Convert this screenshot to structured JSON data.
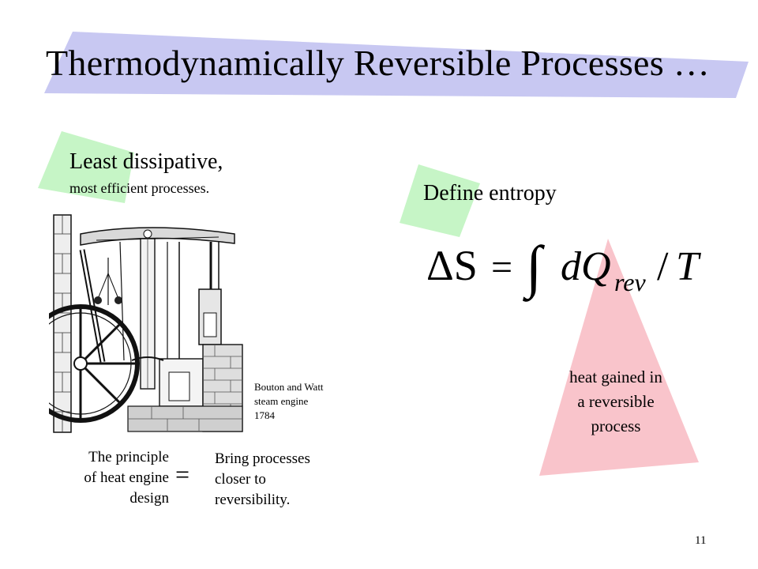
{
  "slide": {
    "title": "Thermodynamically Reversible Processes …",
    "page_number": "11"
  },
  "left": {
    "heading": "Least dissipative,",
    "subheading": "most efficient processes.",
    "engine_caption": [
      "Bouton and Watt",
      "steam engine",
      "1784"
    ],
    "principle_lines": [
      "The principle",
      "of heat engine",
      "design"
    ],
    "equals_sign": "=",
    "bring_lines": [
      "Bring processes",
      "closer to",
      "reversibility."
    ]
  },
  "right": {
    "heading": "Define entropy",
    "equation": {
      "lhs": "ΔS",
      "equals": "=",
      "integral": "∫",
      "numerator": "dQ",
      "subscript": "rev",
      "slash": "/",
      "denominator": "T"
    },
    "heat_lines": [
      "heat gained in",
      "a reversible",
      "process"
    ]
  },
  "colors": {
    "title_banner": "#c8c8f2",
    "green_accent": "#c6f5c6",
    "pink_accent": "#f9c4cb",
    "text": "#000000"
  }
}
